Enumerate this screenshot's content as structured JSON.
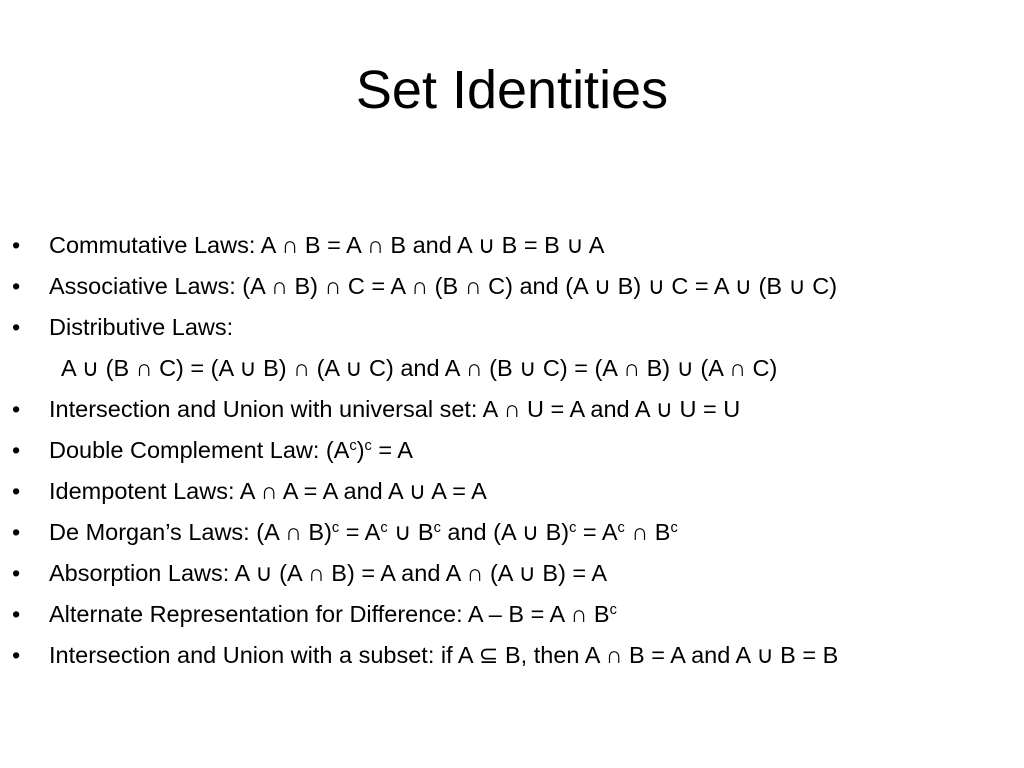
{
  "slide": {
    "title": "Set Identities",
    "items": [
      {
        "type": "bullet",
        "segments": [
          {
            "t": "Commutative Laws: A ∩ B = A ∩ B and A ∪ B = B ∪ A"
          }
        ]
      },
      {
        "type": "bullet",
        "segments": [
          {
            "t": "Associative Laws: (A ∩ B) ∩ C = A ∩ (B ∩ C) and (A ∪ B) ∪ C = A ∪ (B ∪ C)"
          }
        ]
      },
      {
        "type": "bullet",
        "segments": [
          {
            "t": "Distributive Laws:"
          }
        ]
      },
      {
        "type": "sub",
        "segments": [
          {
            "t": "A ∪ (B ∩ C) = (A ∪ B) ∩ (A ∪ C) and A ∩ (B ∪ C) = (A ∩ B) ∪ (A ∩ C)"
          }
        ]
      },
      {
        "type": "bullet",
        "segments": [
          {
            "t": "Intersection and Union with universal set: A ∩ U = A and A ∪ U = U"
          }
        ]
      },
      {
        "type": "bullet",
        "segments": [
          {
            "t": "Double Complement Law: (A"
          },
          {
            "t": "c",
            "sup": true
          },
          {
            "t": ")"
          },
          {
            "t": "c",
            "sup": true
          },
          {
            "t": " = A"
          }
        ]
      },
      {
        "type": "bullet",
        "segments": [
          {
            "t": "Idempotent Laws: A ∩ A = A and A ∪ A = A"
          }
        ]
      },
      {
        "type": "bullet",
        "segments": [
          {
            "t": "De Morgan’s Laws: (A ∩ B)"
          },
          {
            "t": "c",
            "sup": true
          },
          {
            "t": " = A"
          },
          {
            "t": "c",
            "sup": true
          },
          {
            "t": " ∪ B"
          },
          {
            "t": "c",
            "sup": true
          },
          {
            "t": " and (A ∪ B)"
          },
          {
            "t": "c",
            "sup": true
          },
          {
            "t": " = A"
          },
          {
            "t": "c",
            "sup": true
          },
          {
            "t": " ∩ B"
          },
          {
            "t": "c",
            "sup": true
          }
        ]
      },
      {
        "type": "bullet",
        "segments": [
          {
            "t": "Absorption Laws: A ∪ (A ∩ B) = A and A ∩ (A ∪ B) = A"
          }
        ]
      },
      {
        "type": "bullet",
        "segments": [
          {
            "t": "Alternate Representation for Difference: A – B = A ∩ B"
          },
          {
            "t": "c",
            "sup": true
          }
        ]
      },
      {
        "type": "bullet",
        "segments": [
          {
            "t": "Intersection and Union with a subset: if A ⊆ B, then A ∩ B = A and A ∪ B = B"
          }
        ]
      }
    ]
  },
  "bullet_glyph": "•"
}
